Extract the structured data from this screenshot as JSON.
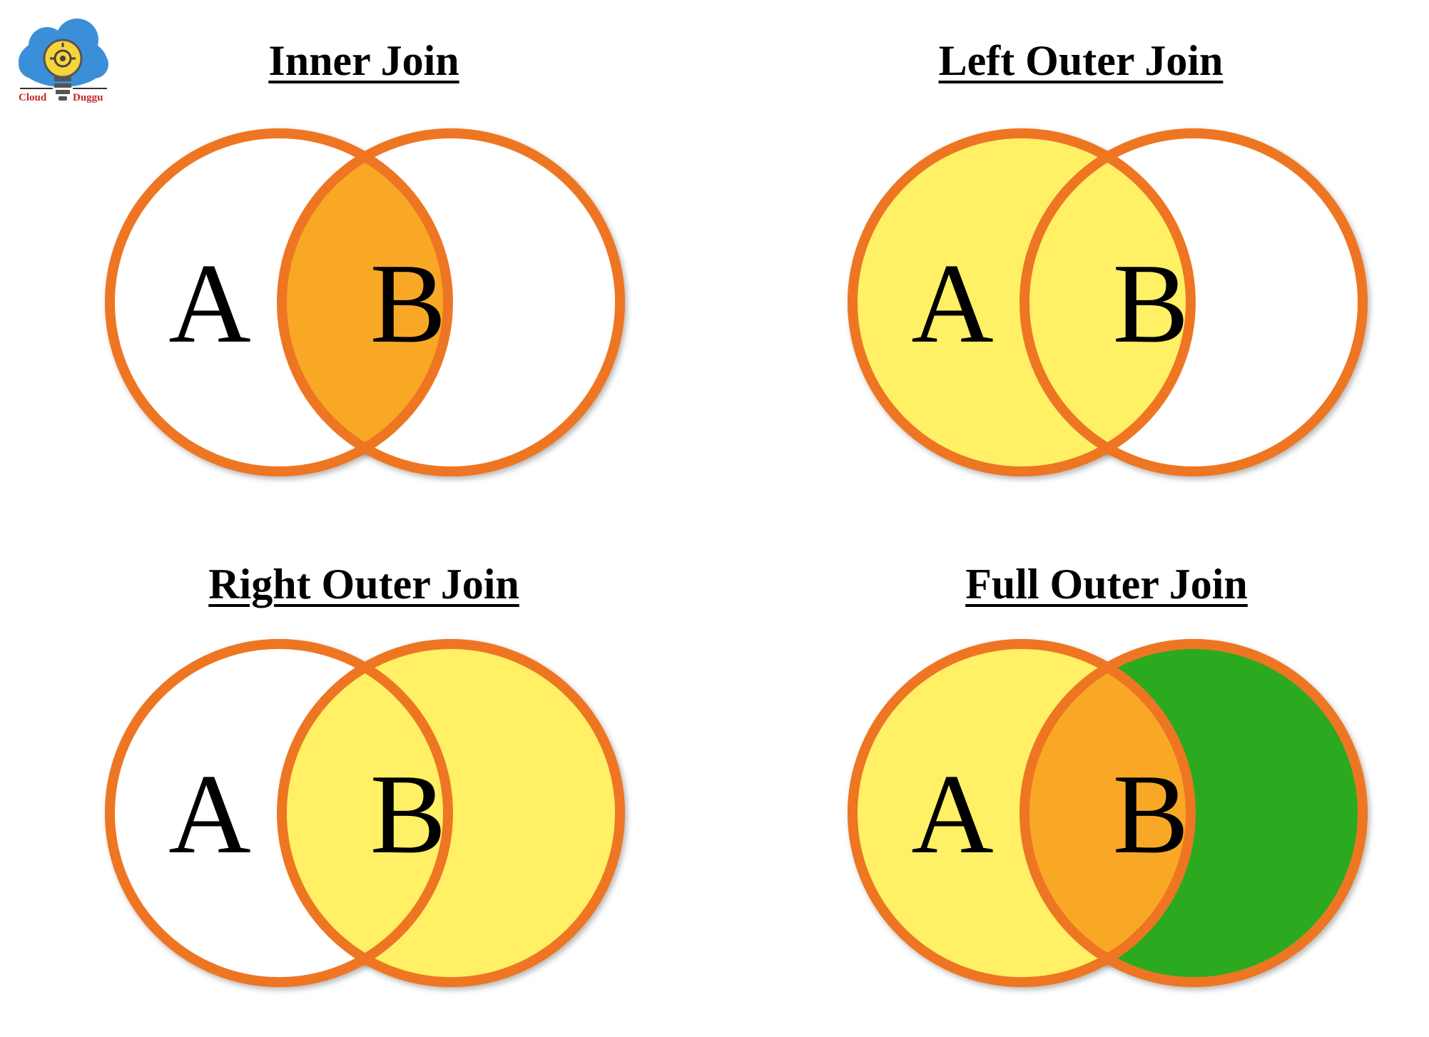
{
  "logo": {
    "left_text": "Cloud",
    "right_text": "Duggu"
  },
  "colors": {
    "outline": "#EE7623",
    "intersection": "#F9A826",
    "set_fill": "#FFF066",
    "right_only": "#2BAA1F",
    "background": "#FFFFFF"
  },
  "diagrams": [
    {
      "id": "inner",
      "title": "Inner Join",
      "label_a": "A",
      "label_b": "B",
      "fill_a_only": "none",
      "fill_intersection": "#F9A826",
      "fill_b_only": "none"
    },
    {
      "id": "left",
      "title": "Left Outer Join",
      "label_a": "A",
      "label_b": "B",
      "fill_a_only": "#FFF066",
      "fill_intersection": "#FFF066",
      "fill_b_only": "none"
    },
    {
      "id": "right",
      "title": "Right Outer Join",
      "label_a": "A",
      "label_b": "B",
      "fill_a_only": "none",
      "fill_intersection": "#FFF066",
      "fill_b_only": "#FFF066"
    },
    {
      "id": "full",
      "title": "Full Outer Join",
      "label_a": "A",
      "label_b": "B",
      "fill_a_only": "#FFF066",
      "fill_intersection": "#F9A826",
      "fill_b_only": "#2BAA1F"
    }
  ]
}
